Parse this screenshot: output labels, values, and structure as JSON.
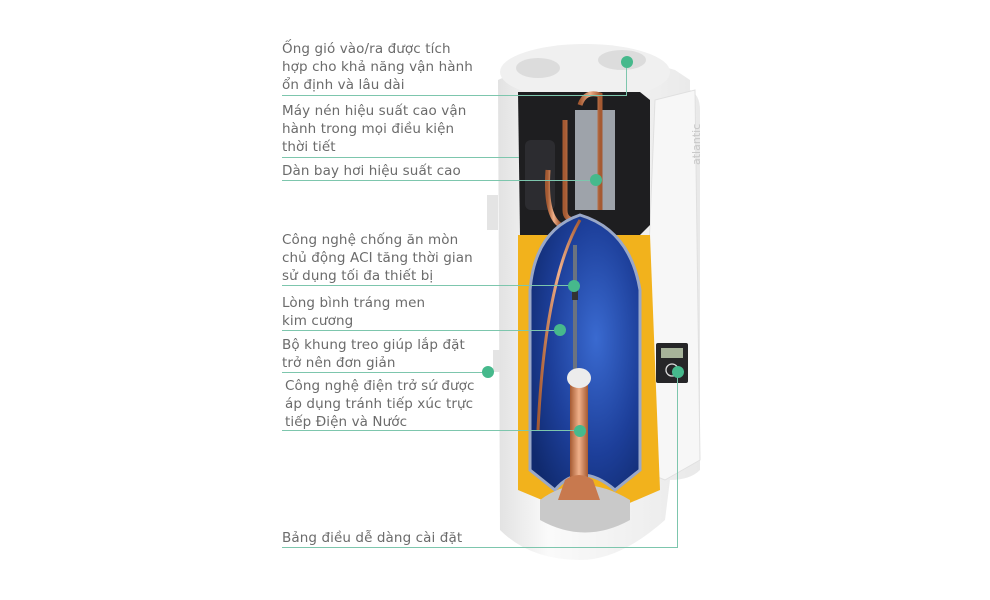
{
  "diagram": {
    "brand_mark": "atlantic",
    "colors": {
      "accent": "#46b98c",
      "leader_line": "#7dc6ad",
      "text": "#6b6b6b",
      "tank_blue": "#1d3f9a",
      "insulation_yellow": "#f2b21c",
      "copper": "#c8794e",
      "body_white": "#f4f4f4"
    },
    "callouts": [
      {
        "id": "air-duct",
        "lines": [
          "Ống gió vào/ra được tích",
          "hợp cho khả năng vận hành",
          "ổn định và lâu dài"
        ]
      },
      {
        "id": "compressor",
        "lines": [
          "Máy nén hiệu suất cao vận",
          "hành trong mọi điều kiện",
          "thời tiết"
        ]
      },
      {
        "id": "evaporator",
        "lines": [
          "Dàn bay hơi hiệu suất cao"
        ]
      },
      {
        "id": "aci-anode",
        "lines": [
          "Công nghệ chống ăn mòn",
          "chủ động ACI tăng thời gian",
          "sử dụng tối đa thiết bị"
        ]
      },
      {
        "id": "enamel-tank",
        "lines": [
          "Lòng bình tráng men",
          "kim cương"
        ]
      },
      {
        "id": "wall-bracket",
        "lines": [
          "Bộ khung treo giúp lắp đặt",
          "trở nên đơn giản"
        ]
      },
      {
        "id": "ceramic-heater",
        "lines": [
          "Công nghệ điện trở sứ được",
          "áp dụng tránh tiếp xúc trực",
          "tiếp Điện và Nước"
        ]
      },
      {
        "id": "control-panel",
        "lines": [
          "Bảng điều dễ dàng cài đặt"
        ]
      }
    ]
  }
}
